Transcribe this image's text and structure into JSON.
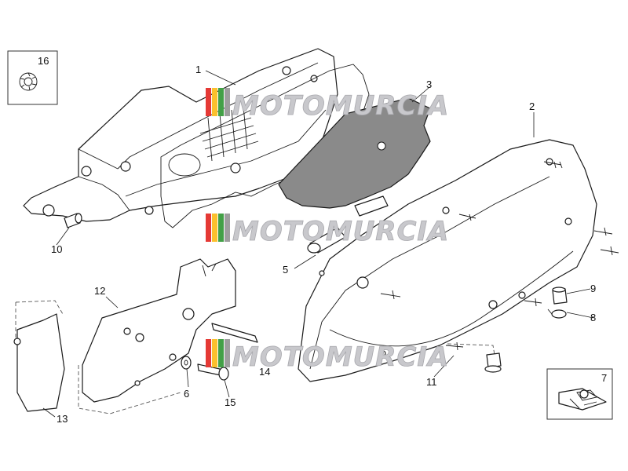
{
  "watermark": {
    "text": "MOTOMURCIA",
    "stripe_colors": [
      "#e53935",
      "#fbc02d",
      "#43a047",
      "#9e9e9e"
    ]
  },
  "callouts": {
    "n1": "1",
    "n2": "2",
    "n3": "3",
    "n5": "5",
    "n6": "6",
    "n7": "7",
    "n8": "8",
    "n9": "9",
    "n10": "10",
    "n11": "11",
    "n12": "12",
    "n13": "13",
    "n14": "14",
    "n15": "15",
    "n16": "16"
  },
  "colors": {
    "line": "#1a1a1a",
    "filter": "#8a8a8a",
    "watermark": "#c8c8cc"
  }
}
